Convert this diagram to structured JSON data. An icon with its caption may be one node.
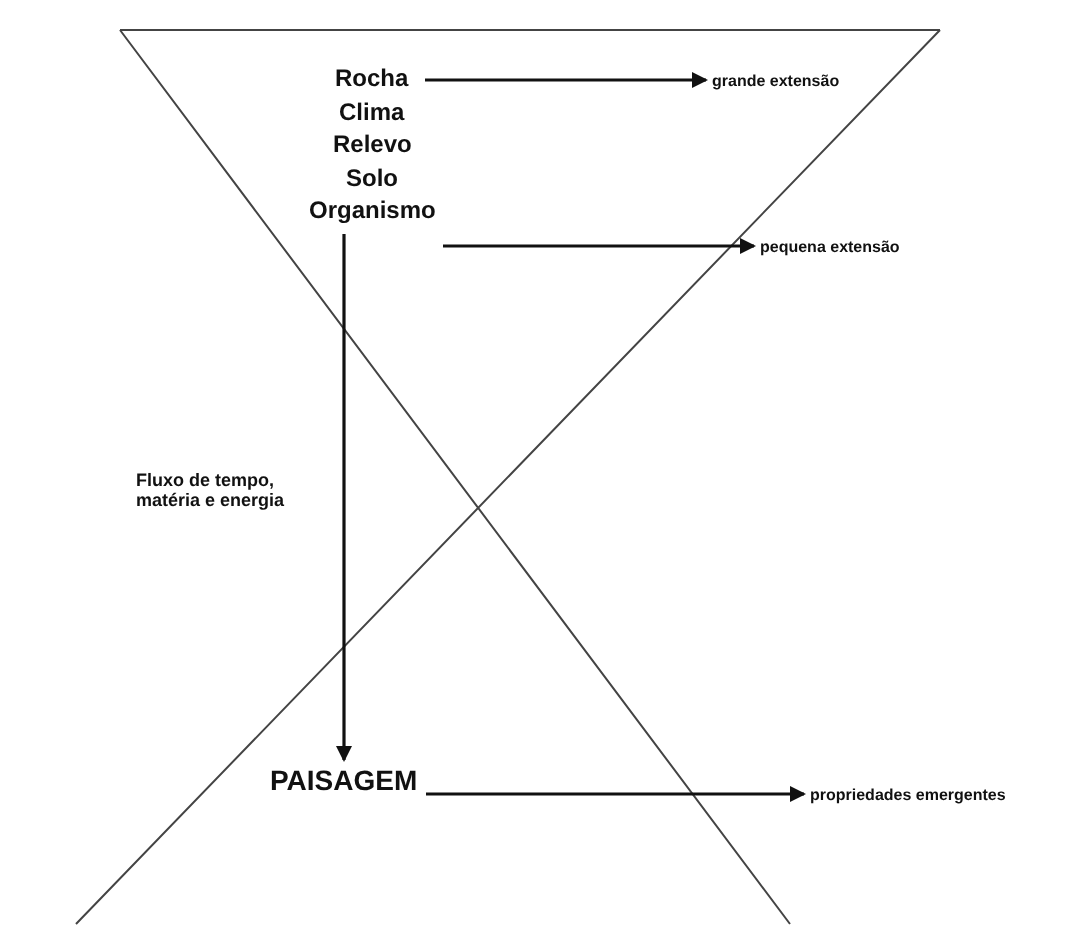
{
  "diagram": {
    "nodes": [
      {
        "text": [
          "Rocha"
        ]
      },
      {
        "text": [
          "Organismo"
        ]
      },
      {
        "text": [
          "grande extensão"
        ]
      },
      {
        "text": [
          "pequena extensão"
        ]
      },
      {
        "text": [
          "PAISAGEM"
        ]
      },
      {
        "text": [
          "propriedades emergentes"
        ]
      }
    ],
    "edges": [
      {
        "from": 0,
        "to": 2,
        "arrow": "to"
      },
      {
        "from": 1,
        "to": 3,
        "arrow": "to"
      },
      {
        "from": 1,
        "to": 4,
        "arrow": "to",
        "label": "Fluxo de tempo, matéria e energia"
      },
      {
        "from": 4,
        "to": 5,
        "arrow": "to"
      }
    ],
    "labels": [
      "Clima",
      "Relevo",
      "Solo"
    ]
  }
}
